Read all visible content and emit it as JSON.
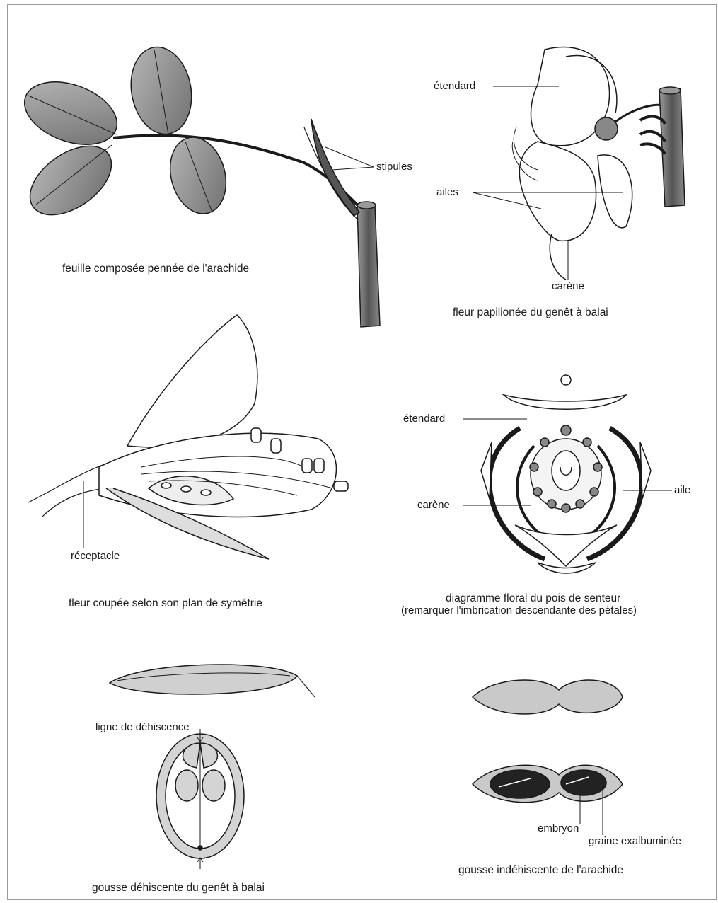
{
  "labels": {
    "stipules": "stipules",
    "etendard_flower": "étendard",
    "ailes": "ailes",
    "carene_flower": "carène",
    "receptacle": "réceptacle",
    "etendard_diagram": "étendard",
    "carene_diagram": "carène",
    "aile": "aile",
    "ligne_dehiscence": "ligne de déhiscence",
    "embryon": "embryon",
    "graine": "graine exalbuminée"
  },
  "captions": {
    "leaf": "feuille composée pennée de l'arachide",
    "papilionaceous": "fleur papilionée du genêt à balai",
    "section": "fleur coupée selon son plan de symétrie",
    "diagram_line1": "diagramme floral du pois de senteur",
    "diagram_line2": "(remarquer l'imbrication descendante des pétales)",
    "dehiscent": "gousse déhiscente du genêt à balai",
    "indehiscent": "gousse indéhiscente de l'arachide"
  },
  "colors": {
    "ink": "#1a1a1a",
    "leaf_fill": "#8e8e8e",
    "pod_fill": "#c9c9c9",
    "stem_fill": "#6a6a6a"
  }
}
